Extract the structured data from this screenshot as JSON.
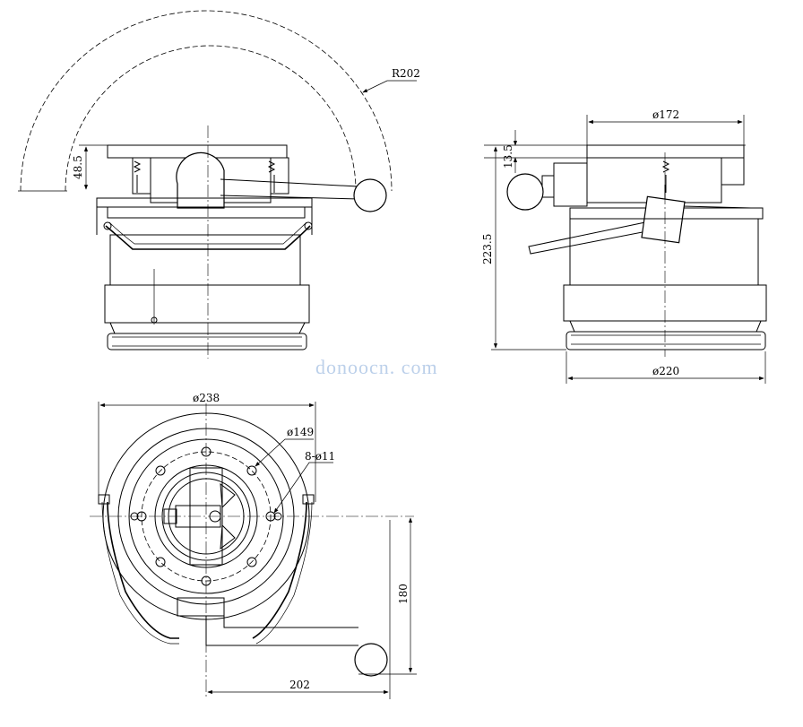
{
  "drawing": {
    "watermark": "donoocn. com",
    "front_view": {
      "radius_label": "R202",
      "height_label": "48.5"
    },
    "side_view": {
      "top_dia_label": "ø172",
      "gap_label": "13.5",
      "height_label": "223.5",
      "bottom_dia_label": "ø220"
    },
    "plan_view": {
      "outer_dia_label": "ø238",
      "bolt_circle_label": "ø149",
      "holes_label": "8-ø11",
      "offset_label": "180",
      "handle_label": "202"
    }
  }
}
